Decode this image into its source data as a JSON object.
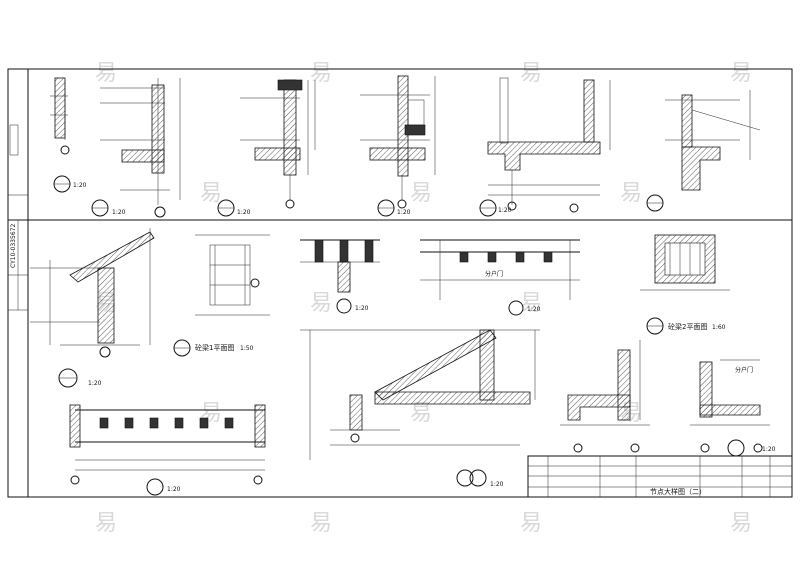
{
  "side_strip": {
    "code": "CY10-0335672"
  },
  "details": {
    "d1": {
      "scale": "1:20"
    },
    "d2": {
      "scale": "1:20"
    },
    "d3": {
      "scale": "1:20"
    },
    "d4": {
      "scale": "1:20"
    },
    "d5": {
      "scale": "1:20"
    },
    "d7": {
      "scale": "1:20"
    },
    "d9": {
      "scale": "1:20"
    },
    "d10": {
      "scale": "1:20"
    },
    "d11": {
      "scale": "1:20"
    },
    "d12": {
      "scale": "1:20"
    },
    "d13": {
      "scale": "1:20"
    },
    "d14": {
      "scale": "1:20"
    }
  },
  "plans": {
    "gj1": {
      "title": "砼梁1平面图",
      "scale": "1:50"
    },
    "gj2": {
      "title": "砼梁2平面图",
      "scale": "1:60"
    }
  },
  "labels": {
    "door_label": "分户门",
    "door_label_2": "分户门"
  },
  "title_block": {
    "drawing_title": "节点大样图（二）"
  },
  "watermark": "易"
}
